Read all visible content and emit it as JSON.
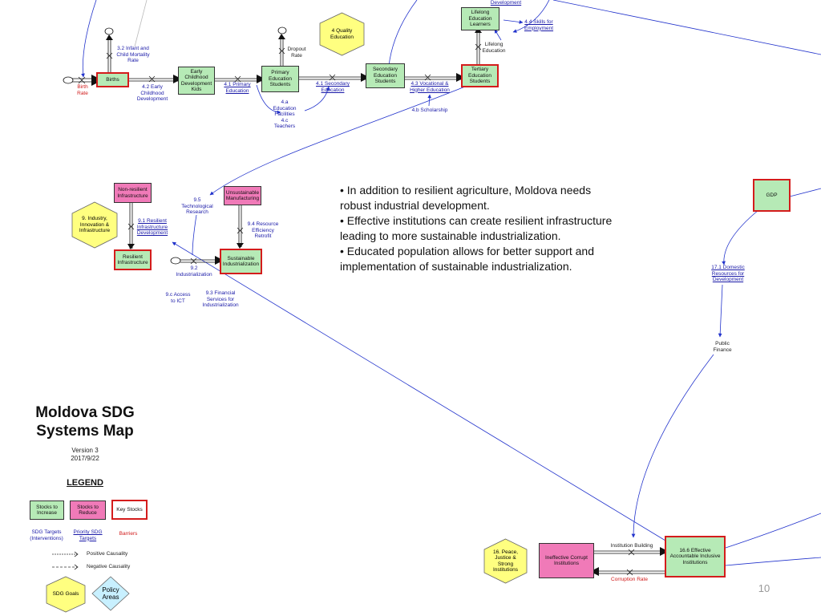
{
  "title": "Moldova SDG\nSystems Map",
  "version": "Version 3\n2017/9/22",
  "page_number": "10",
  "bullets": [
    "• In addition to resilient agriculture, Moldova needs robust industrial development.",
    "• Effective institutions can create resilient infrastructure leading to more sustainable industrialization.",
    "• Educated population allows for better support and implementation of sustainable industrialization."
  ],
  "colors": {
    "stock_increase": "#b6eab6",
    "stock_reduce": "#f07ab8",
    "key_stock_border": "#d41c1c",
    "sdg_goal": "#ffff80",
    "policy_area": "#c8f0ff",
    "target_text": "#1a1aa8",
    "barrier_text": "#d01818"
  },
  "stocks": {
    "births": "Births",
    "early_childhood": "Early\nChildhood\nDevelopment\nKids",
    "primary": "Primary\nEducation\nStudents",
    "secondary": "Secondary\nEducation\nStudents",
    "tertiary": "Tertiary\nEducation\nStudents",
    "lifelong": "Lifelong\nEducation\nLearners",
    "non_resilient": "Non-resilient\nInfrastructure",
    "resilient": "Resilient\nInfrastructure",
    "unsustainable": "Unsustainable\nManufacturing",
    "sustainable": "Sustainable\nIndustrialization",
    "gdp": "GDP",
    "ineffective": "Ineffective Corrupt\nInstitutions",
    "effective": "16.6 Effective\nAccountable Inclusive\nInstitutions"
  },
  "goals": {
    "quality_education": "4 Quality\nEducation",
    "industry": "9. Industry,\nInnovation &\nInfrastructure",
    "peace": "16. Peace,\nJustice &\nStrong\nInstitutions"
  },
  "targets": {
    "infant_mortality": "3.2 Infant and\nChild Mortality\nRate",
    "early_childhood_dev": "4.2 Early\nChildhood\nDevelopment",
    "primary_edu": "4.1 Primary\nEducation",
    "secondary_edu": "4.1 Secondary\nEducation",
    "vocational": "4.3 Vocational &\nHigher Education",
    "skills": "4.4 Skills for\nEmployment",
    "development": "Development",
    "facilities": "4.a\nEducation\nFacilities\n4.c\nTeachers",
    "scholarship": "4.b Scholarship",
    "tech_research": "9.5\nTechnological\nResearch",
    "resilient_infra": "9.1 Resilient\nInfrastructure\nDevelopment",
    "resource_efficiency": "9.4 Resource\nEfficiency\nRetrofit",
    "industrialization": "9.2\nIndustrialization",
    "access_ict": "9.c Access\nto ICT",
    "financial": "9.3 Financial\nServices for\nIndustrialization",
    "domestic_resources": "17.1 Domestic\nResources for\nDevelopment"
  },
  "flows": {
    "birth_rate": "Birth\nRate",
    "dropout": "Dropout\nRate",
    "lifelong_edu": "Lifelong\nEducation",
    "public_finance": "Public\nFinance",
    "institution_building": "Institution Building",
    "corruption_rate": "Corruption Rate"
  },
  "legend": {
    "title": "LEGEND",
    "stocks_increase": "Stocks to\nIncrease",
    "stocks_reduce": "Stocks to\nReduce",
    "key_stocks": "Key Stocks",
    "sdg_targets": "SDG Targets\n(Interventions)",
    "priority_targets": "Priority SDG\nTargets",
    "barriers": "Barriers",
    "positive": "Positive Causality",
    "negative": "Negative Causality",
    "sdg_goals": "SDG Goals",
    "policy_areas": "Policy\nAreas"
  }
}
